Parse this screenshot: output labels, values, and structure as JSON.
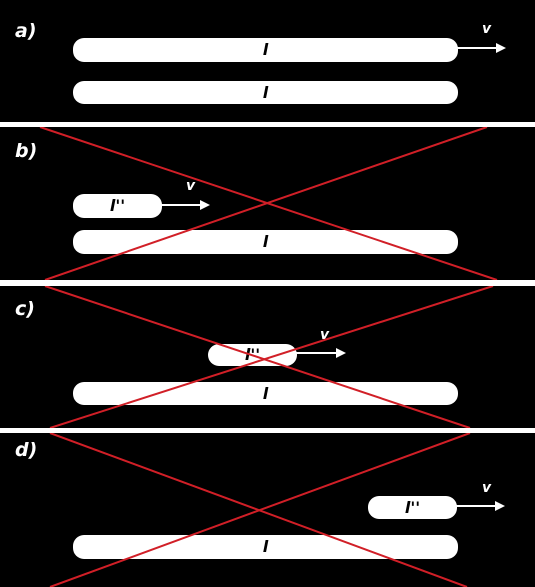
{
  "panels": [
    {
      "label": "a)",
      "rods": [
        "l",
        "l"
      ],
      "velocity": "v",
      "crossed": false
    },
    {
      "label": "b)",
      "rods": [
        "l''",
        "l"
      ],
      "velocity": "v",
      "crossed": true
    },
    {
      "label": "c)",
      "rods": [
        "l''",
        "l"
      ],
      "velocity": "v",
      "crossed": true
    },
    {
      "label": "d)",
      "rods": [
        "l''",
        "l"
      ],
      "velocity": "v",
      "crossed": true
    }
  ],
  "colors": {
    "background": "#000000",
    "rod": "#ffffff",
    "cross": "#d11f27",
    "separator": "#ffffff"
  }
}
